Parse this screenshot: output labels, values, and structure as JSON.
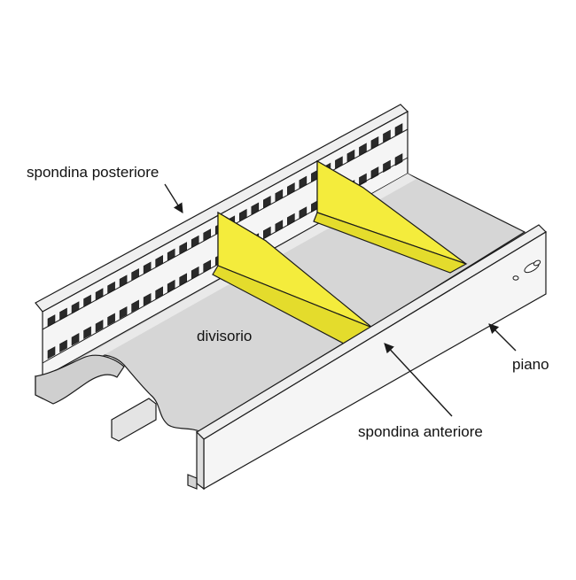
{
  "labels": {
    "rear_side": "spondina posteriore",
    "divider": "divisorio",
    "base": "piano",
    "front_side": "spondina anteriore"
  },
  "colors": {
    "background": "#ffffff",
    "outline": "#1a1a1a",
    "metal_light": "#f4f4f4",
    "metal_mid": "#e6e6e6",
    "metal_dark": "#c9c9c9",
    "floor": "#d6d6d6",
    "divider_fill": "#f6ef4a",
    "divider_shade": "#e4dc2c"
  },
  "icons": {
    "rear_callout": "arrow-icon",
    "base_callout": "arrow-icon",
    "front_callout": "arrow-icon"
  }
}
